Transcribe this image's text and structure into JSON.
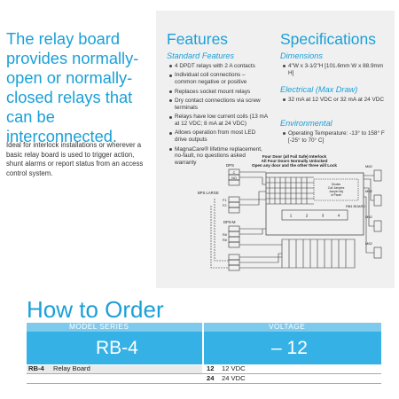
{
  "intro": {
    "headline": "The relay board provides normally-open or normally-closed relays that can be interconnected.",
    "body": "Ideal for interlock installations or wherever a basic relay board is used to trigger action, shunt alarms or report status from an access control system."
  },
  "features": {
    "title": "Features",
    "subtitle": "Standard Features",
    "items": [
      "4 DPDT relays with 2 A contacts",
      "Individual coil connections – common negative or positive",
      "Replaces socket mount relays",
      "Dry contact connections via screw terminals",
      "Relays have low current coils (13 mA at 12 VDC; 8 mA at 24 VDC)",
      "Allows operation from most LED drive outputs",
      "MagnaCare® lifetime replacement, no-fault, no questions asked warranty"
    ]
  },
  "specifications": {
    "title": "Specifications",
    "dimensions": {
      "heading": "Dimensions",
      "items": [
        "4\"W x 3-1⁄2\"H [101.6mm W x 88.9mm H]"
      ]
    },
    "electrical": {
      "heading": "Electrical (Max Draw)",
      "items": [
        "32 mA at 12 VDC or 32 mA at 24 VDC"
      ]
    },
    "environmental": {
      "heading": "Environmental",
      "items": [
        "Operating Temperature: -13° to 158° F [-25° to 70° C]"
      ]
    }
  },
  "diagram": {
    "title_lines": [
      "Four Door (all Fail Safe) Interlock",
      "All Four Doors Normally Unlocked",
      "Open any door and the other three will Lock"
    ],
    "board_label": "RB4 BOARD",
    "relay_numbers": [
      "1",
      "2",
      "3",
      "4"
    ],
    "dps_label": "DPS",
    "dps_m_label": "DPS-M",
    "bps_label": "BPS LARGE",
    "mag_label": "M62",
    "terminals": [
      "C",
      "NO",
      "F1",
      "F2",
      "R#",
      "R#"
    ],
    "small_text": [
      "Diodes",
      "Coil Jumpers",
      "Jumper Adj",
      "of Panel"
    ]
  },
  "how_to_order": {
    "title": "How to Order",
    "columns": [
      "MODEL SERIES",
      "VOLTAGE"
    ],
    "values": [
      "RB-4",
      "– 12"
    ],
    "rows": [
      {
        "code": "RB-4",
        "desc": "Relay Board",
        "v_code": "12",
        "v_desc": "12 VDC"
      },
      {
        "code": "",
        "desc": "",
        "v_code": "24",
        "v_desc": "24 VDC"
      }
    ]
  },
  "colors": {
    "accent": "#1aa0d8",
    "table_header": "#7dcaec",
    "table_main": "#36b1e5",
    "panel_bg": "#f0f0f0"
  }
}
